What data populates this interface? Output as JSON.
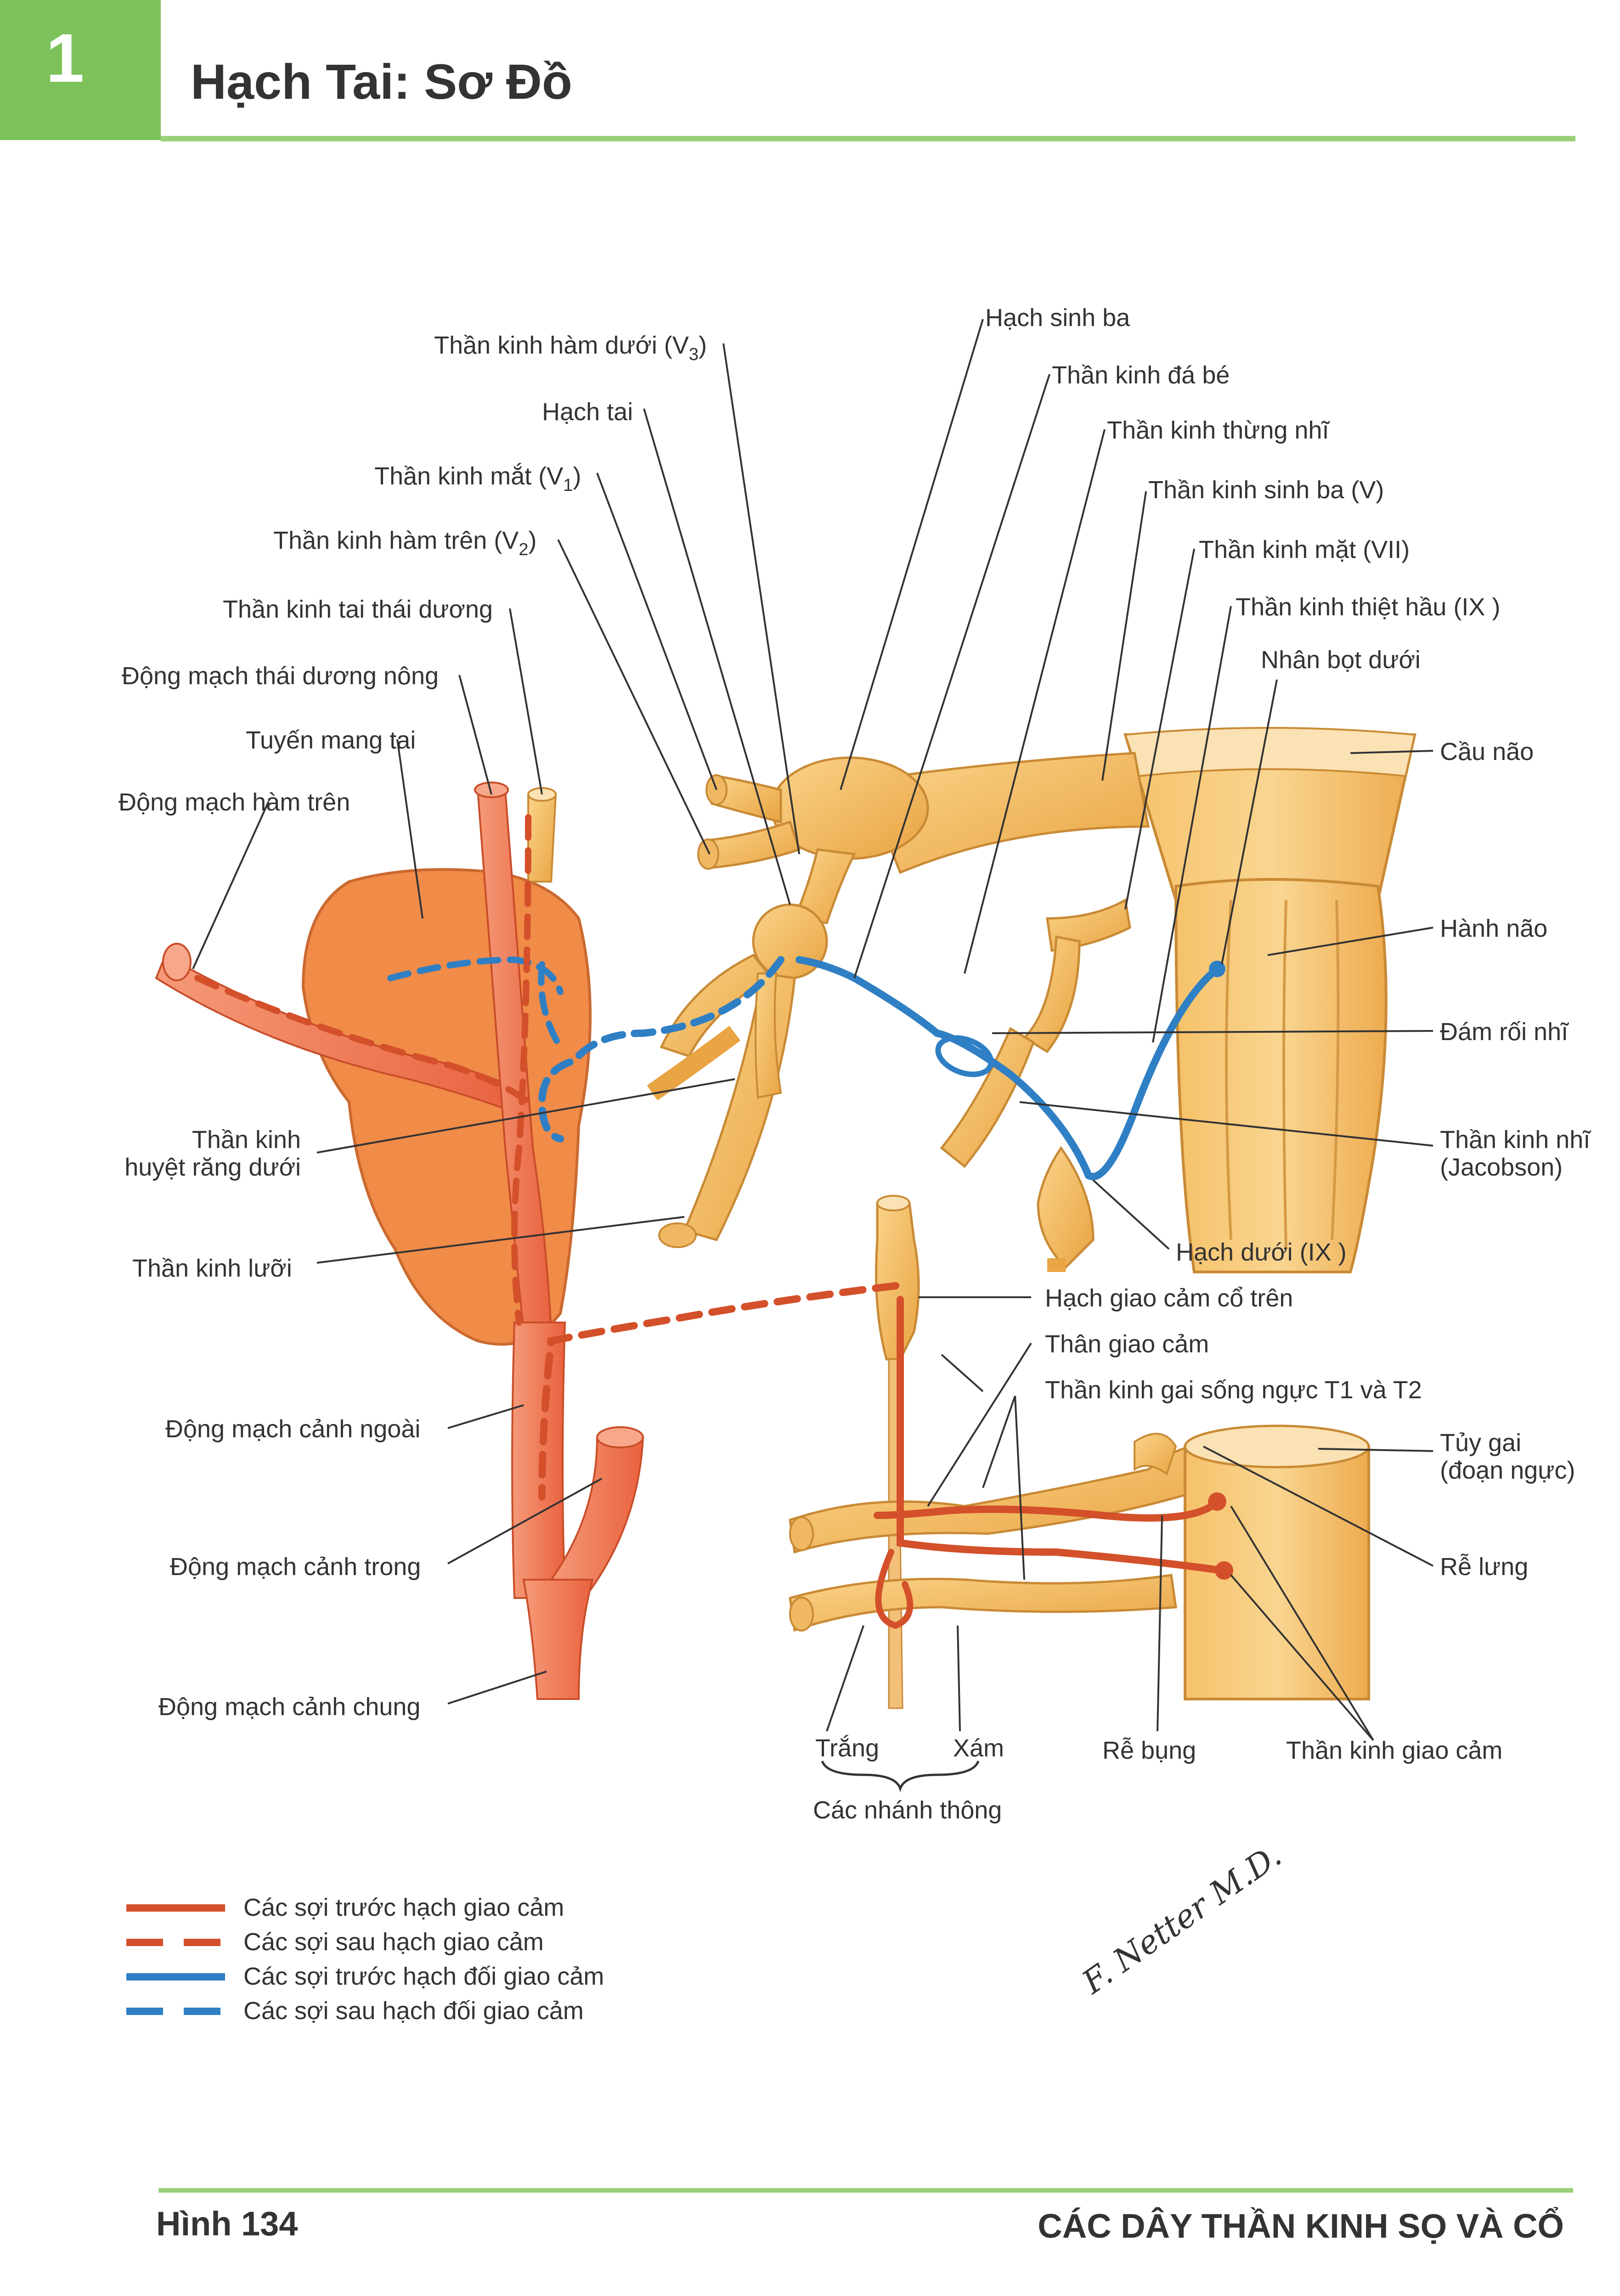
{
  "header": {
    "chapter_number": "1",
    "title": "Hạch Tai: Sơ Đồ"
  },
  "footer": {
    "figure": "Hình 134",
    "section": "CÁC DÂY THẦN KINH SỌ VÀ CỔ"
  },
  "labels": {
    "mandibular_nerve": "Thần kinh hàm dưới (V",
    "mandibular_sub": "3",
    "otic_ganglion": "Hạch tai",
    "ophthalmic_nerve": "Thần kinh mắt  (V",
    "ophthalmic_sub": "1",
    "maxillary_nerve": "Thần kinh hàm trên (V",
    "maxillary_sub": "2",
    "auriculotemporal_nerve": "Thần kinh tai thái dương",
    "superficial_temporal_artery": "Động mạch thái dương nông",
    "parotid_gland": "Tuyến mang tai",
    "maxillary_artery": "Động mạch hàm trên",
    "inferior_alveolar_nerve_1": "Thần kinh",
    "inferior_alveolar_nerve_2": "huyệt răng dưới",
    "lingual_nerve": "Thần kinh lưỡi",
    "external_carotid": "Động mạch cảnh ngoài",
    "internal_carotid": "Động mạch cảnh trong",
    "common_carotid": "Động mạch cảnh chung",
    "trigeminal_ganglion": "Hạch sinh ba",
    "lesser_petrosal_nerve": "Thần kinh đá bé",
    "tympanic_nerve_top": "Thần kinh thừng nhĩ",
    "trigeminal_nerve": "Thần kinh sinh ba (V)",
    "facial_nerve": "Thần kinh mặt (VII)",
    "glossopharyngeal_nerve": "Thần kinh thiệt hầu (IX )",
    "inferior_salivatory_nucleus": "Nhân bọt dưới",
    "pons": "Cầu não",
    "medulla": "Hành não",
    "tympanic_plexus": "Đám rối nhĩ",
    "tympanic_nerve_1": "Thần kinh nhĩ",
    "tympanic_nerve_2": "(Jacobson)",
    "inferior_ganglion": "Hạch dưới (IX )",
    "superior_cervical_ganglion": "Hạch giao cảm cổ trên",
    "sympathetic_trunk": "Thân giao cảm",
    "spinal_nerves": "Thần kinh gai sống ngực T1 và T2",
    "spinal_cord_1": "Tủy gai",
    "spinal_cord_2": "(đoạn ngực)",
    "dorsal_root": "Rễ lưng",
    "white": "Trắng",
    "gray": "Xám",
    "communicating_rami": "Các nhánh thông",
    "ventral_root": "Rễ bụng",
    "sympathetic_nerves": "Thần kinh giao cảm"
  },
  "legend": [
    {
      "text": "Các sợi trước hạch giao cảm",
      "color": "#d4502a",
      "style": "solid"
    },
    {
      "text": "Các sợi sau hạch giao cảm",
      "color": "#d4502a",
      "style": "dashed"
    },
    {
      "text": "Các sợi trước hạch đối giao cảm",
      "color": "#2f7fc4",
      "style": "solid"
    },
    {
      "text": "Các sợi sau hạch đối giao cảm",
      "color": "#2f7fc4",
      "style": "dashed"
    }
  ],
  "signature": "F. Netter M.D.",
  "colors": {
    "accent": "#7dc15a",
    "nerve": "#f3b452",
    "artery": "#ee7a52",
    "sympathetic": "#d4502a",
    "parasympathetic": "#2f7fc4"
  }
}
